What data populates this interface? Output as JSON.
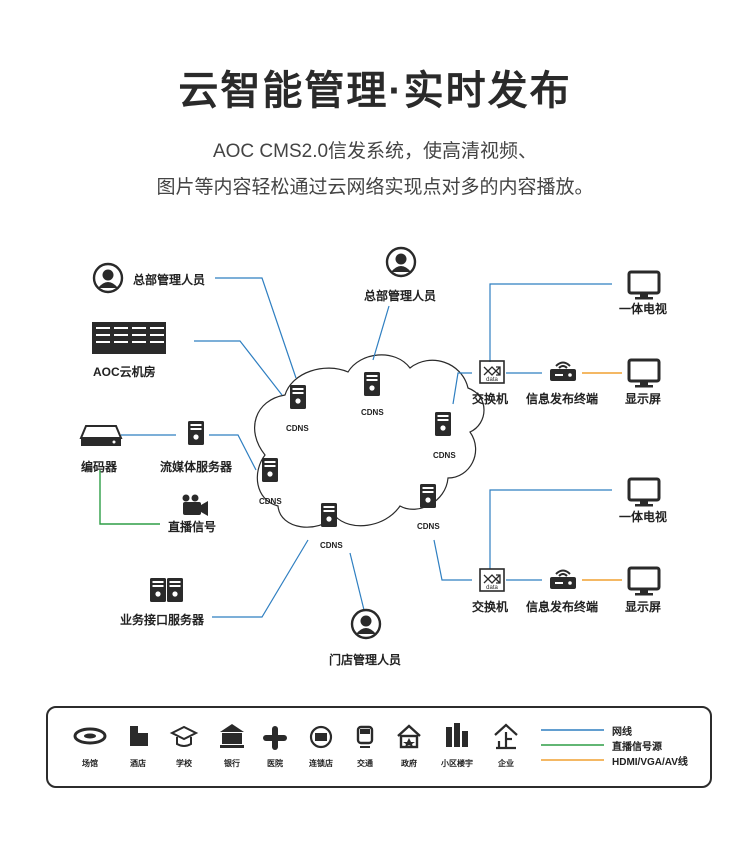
{
  "title": "云智能管理·实时发布",
  "subtitle_line1": "AOC CMS2.0信发系统，使高清视频、",
  "subtitle_line2": "图片等内容轻松通过云网络实现点对多的内容播放。",
  "nodes": {
    "hq_admin_left": "总部管理人员",
    "hq_admin_top": "总部管理人员",
    "aoc_cloud_room": "AOC云机房",
    "encoder": "编码器",
    "streaming_server": "流媒体服务器",
    "live_signal": "直播信号",
    "business_server": "业务接口服务器",
    "store_admin": "门店管理人员",
    "switch_top": "交换机",
    "terminal_top": "信息发布终端",
    "display_top": "显示屏",
    "tv_top": "一体电视",
    "switch_bottom": "交换机",
    "terminal_bottom": "信息发布终端",
    "display_bottom": "显示屏",
    "tv_bottom": "一体电视"
  },
  "cdns_label": "CDNS",
  "switch_icon_text": "data",
  "legend": {
    "icons": [
      {
        "label": "场馆",
        "icon": "stadium-icon"
      },
      {
        "label": "酒店",
        "icon": "hotel-icon"
      },
      {
        "label": "学校",
        "icon": "school-icon"
      },
      {
        "label": "银行",
        "icon": "bank-icon"
      },
      {
        "label": "医院",
        "icon": "hospital-icon"
      },
      {
        "label": "连锁店",
        "icon": "chain-store-icon"
      },
      {
        "label": "交通",
        "icon": "train-icon"
      },
      {
        "label": "政府",
        "icon": "government-icon"
      },
      {
        "label": "小区楼宇",
        "icon": "building-icon"
      },
      {
        "label": "企业",
        "icon": "enterprise-icon"
      }
    ],
    "lines": [
      {
        "label": "网线",
        "color": "#2f7fc1"
      },
      {
        "label": "直播信号源",
        "color": "#2e9e46"
      },
      {
        "label": "HDMI/VGA/AV线",
        "color": "#f0a030"
      }
    ]
  },
  "colors": {
    "network": "#2f7fc1",
    "live": "#2e9e46",
    "hdmi": "#f0a030",
    "icon": "#2a2a2a"
  }
}
